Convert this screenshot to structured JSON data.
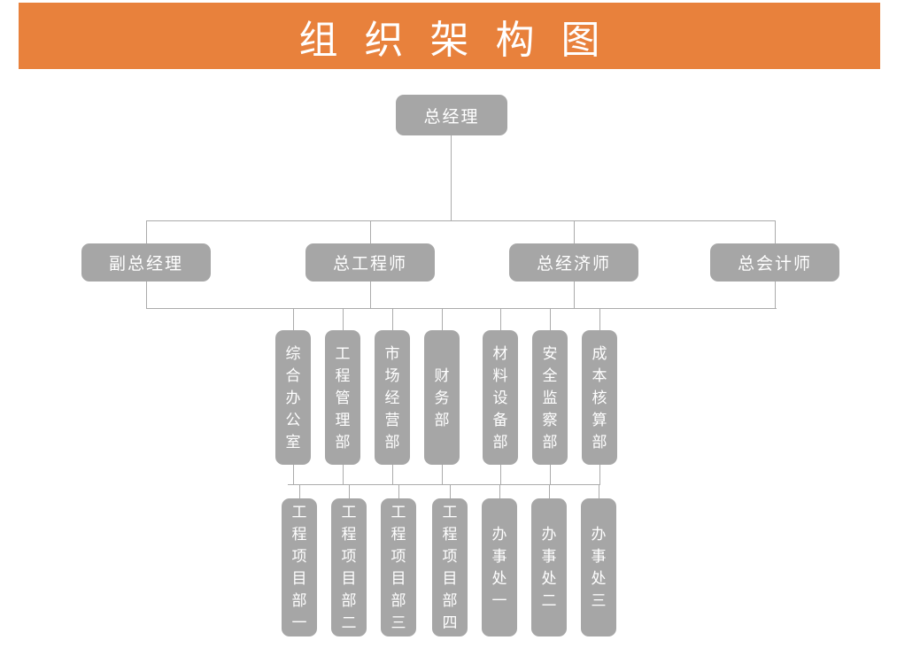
{
  "title": "组织架构图",
  "colors": {
    "banner": "#E8813C",
    "node": "#A6A6A6",
    "node_text": "#FFFFFF",
    "line": "#ABABAB"
  },
  "org": {
    "level1": [
      {
        "label": "总经理"
      }
    ],
    "level2": [
      {
        "label": "副总经理"
      },
      {
        "label": "总工程师"
      },
      {
        "label": "总经济师"
      },
      {
        "label": "总会计师"
      }
    ],
    "level3": [
      {
        "label": "综合办公室"
      },
      {
        "label": "工程管理部"
      },
      {
        "label": "市场经营部"
      },
      {
        "label": "财务部"
      },
      {
        "label": "材料设备部"
      },
      {
        "label": "安全监察部"
      },
      {
        "label": "成本核算部"
      }
    ],
    "level4": [
      {
        "label": "工程项目部一"
      },
      {
        "label": "工程项目部二"
      },
      {
        "label": "工程项目部三"
      },
      {
        "label": "工程项目部四"
      },
      {
        "label": "办事处一"
      },
      {
        "label": "办事处二"
      },
      {
        "label": "办事处三"
      }
    ]
  }
}
